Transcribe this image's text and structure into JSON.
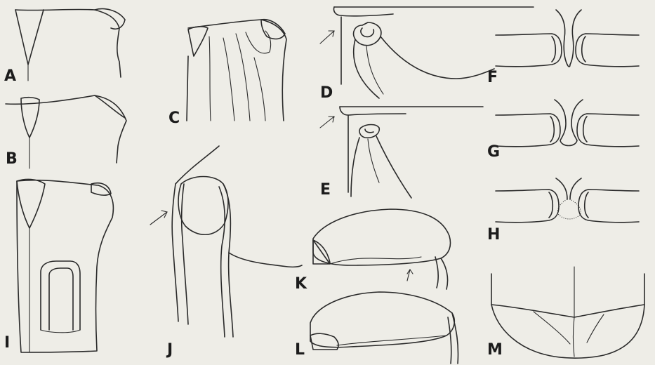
{
  "figure_labels": {
    "a": "A",
    "b": "B",
    "c": "C",
    "d": "D",
    "e": "E",
    "f": "F",
    "g": "G",
    "h": "H",
    "i": "I",
    "j": "J",
    "k": "K",
    "l": "L",
    "m": "M"
  },
  "colors": {
    "paper": "#eeede7",
    "ink": "#2a2a2a"
  }
}
